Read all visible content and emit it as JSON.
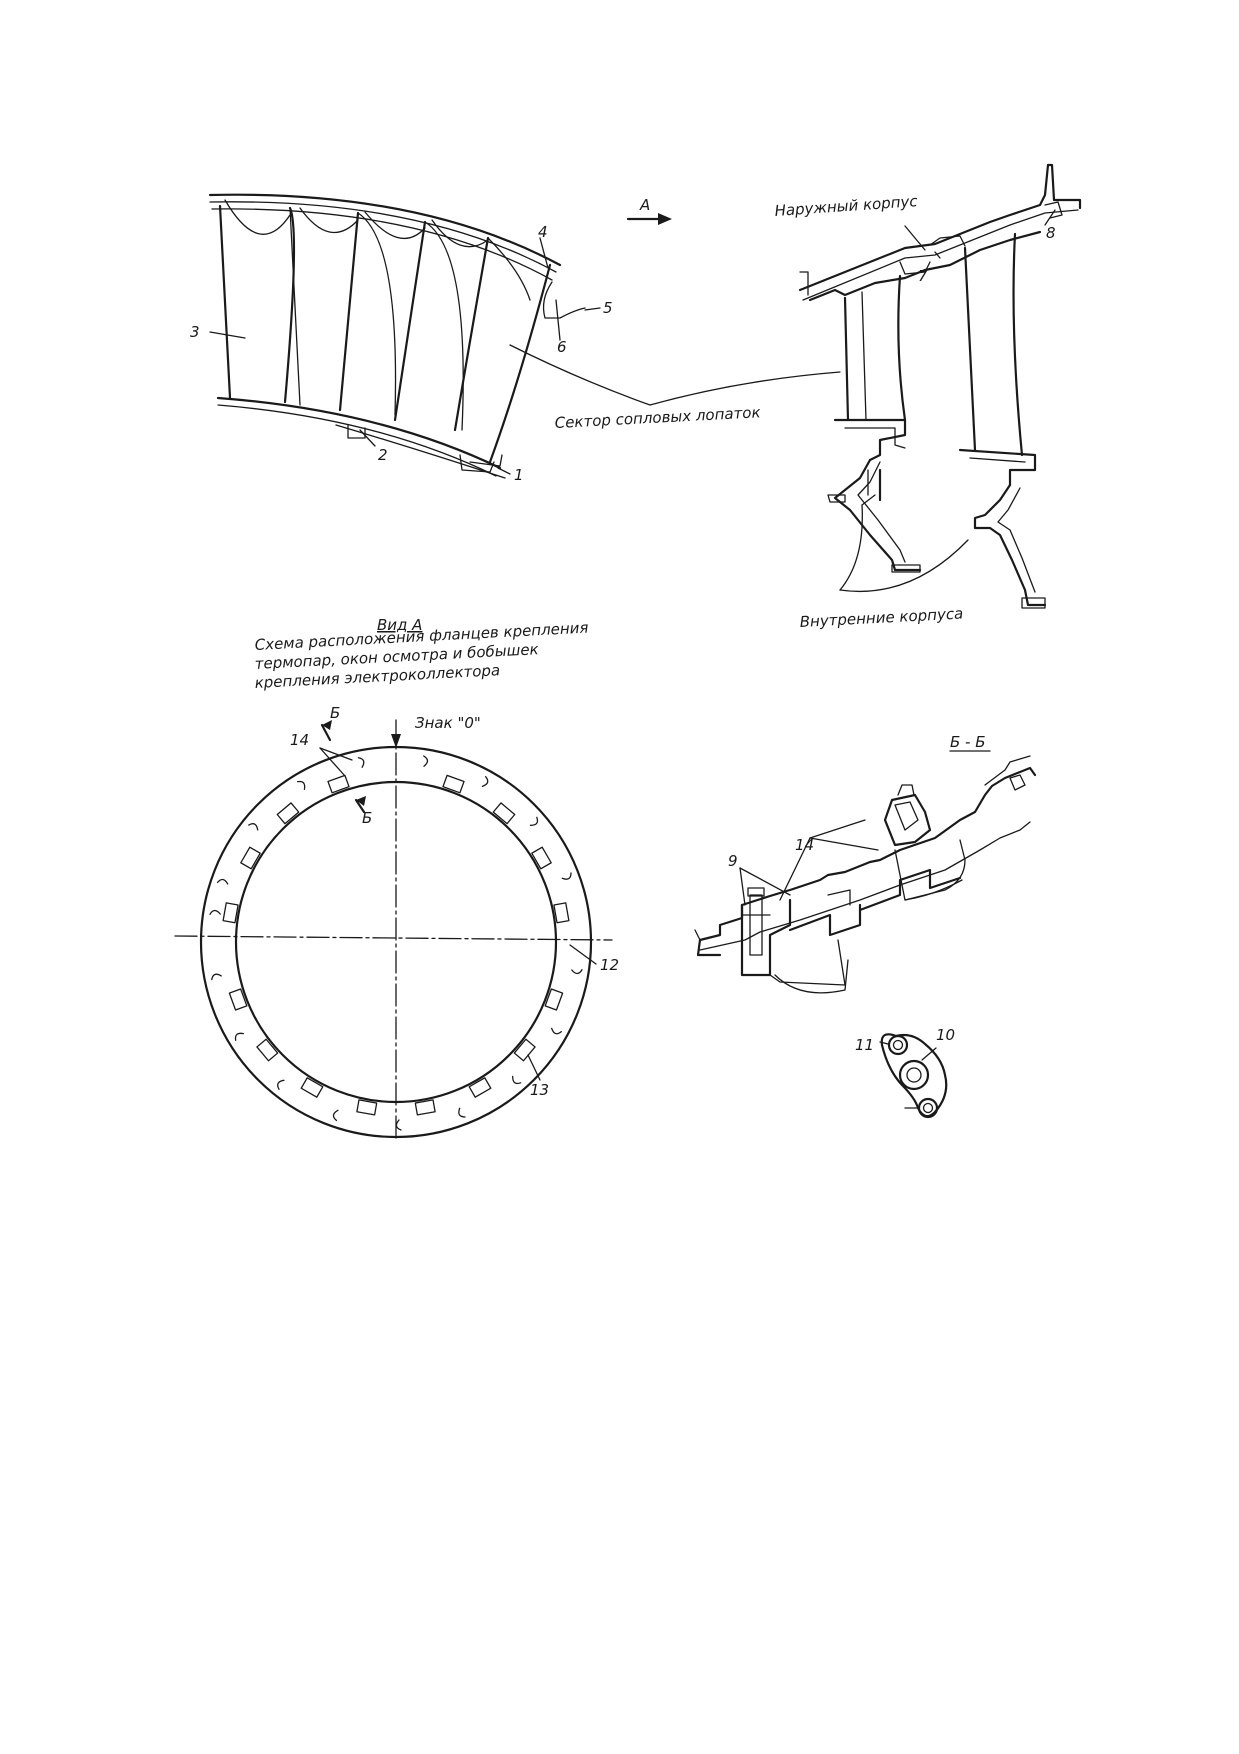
{
  "labels": {
    "view_arrow": "А",
    "outer_casing": "Наружный корпус",
    "nozzle_sector": "Сектор сопловых лопаток",
    "inner_casings": "Внутренние корпуса",
    "view_a_title": "Вид А",
    "view_a_line1": "Схема расположения фланцев крепления",
    "view_a_line2": "термопар, окон осмотра и бобышек",
    "view_a_line3": "крепления электроколлектора",
    "zero_mark": "Знак \"0\"",
    "section_mark": "Б",
    "section_title": "Б - Б"
  },
  "callouts": {
    "n1": "1",
    "n2": "2",
    "n3": "3",
    "n4": "4",
    "n5": "5",
    "n6": "6",
    "n7": "7",
    "n8": "8",
    "n9": "9",
    "n10": "10",
    "n11": "11",
    "n12": "12",
    "n13": "13",
    "n14": "14"
  }
}
